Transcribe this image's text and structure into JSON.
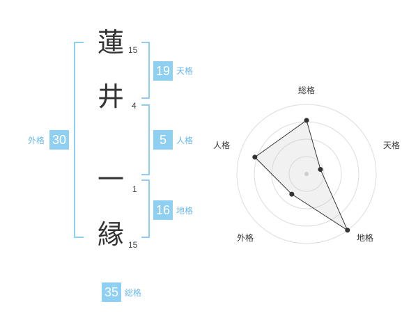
{
  "name": {
    "chars": [
      {
        "char": "蓮",
        "strokes": "15"
      },
      {
        "char": "井",
        "strokes": "4"
      },
      {
        "char": "一",
        "strokes": "1"
      },
      {
        "char": "縁",
        "strokes": "15"
      }
    ]
  },
  "fortune": {
    "tenkaku": {
      "value": "19",
      "label": "天格"
    },
    "jinkaku": {
      "value": "5",
      "label": "人格"
    },
    "chikaku": {
      "value": "16",
      "label": "地格"
    },
    "gaikaku": {
      "value": "30",
      "label": "外格"
    },
    "soukaku": {
      "value": "35",
      "label": "総格"
    }
  },
  "colors": {
    "accent": "#8fcff2",
    "label": "#6bb8e8",
    "text": "#333333"
  },
  "chart_data": {
    "type": "radar",
    "axes": [
      "総格",
      "天格",
      "地格",
      "外格",
      "人格"
    ],
    "values": [
      0.77,
      0.21,
      1.0,
      0.36,
      0.78
    ],
    "range": [
      0,
      1
    ],
    "rings": 4
  }
}
